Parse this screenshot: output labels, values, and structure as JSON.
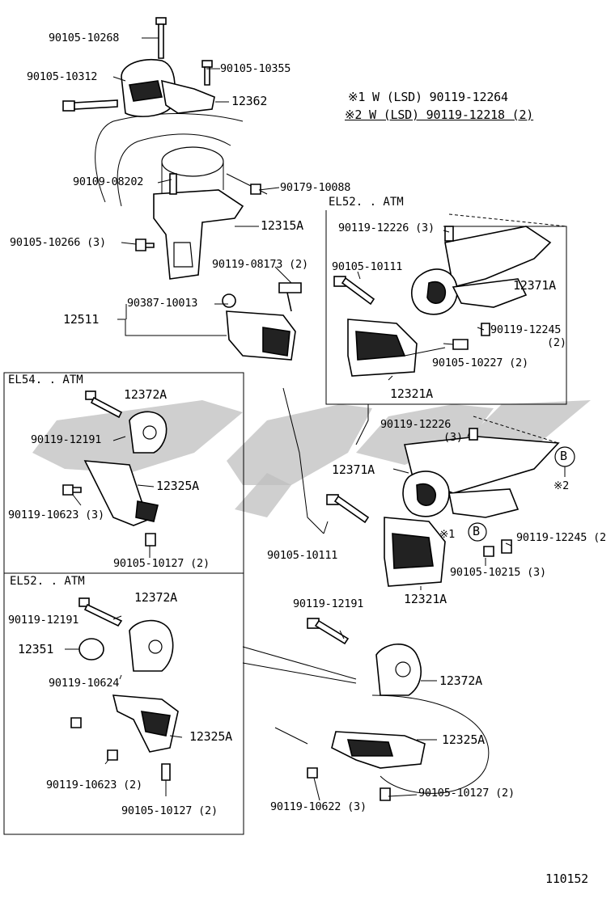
{
  "notes": {
    "note1": "※1 W (LSD) 90119-12264",
    "note2": "※2 W (LSD) 90119-12218 (2)"
  },
  "sections": {
    "el52_top": "EL52. . ATM",
    "el54": "EL54. . ATM",
    "el52_bottom": "EL52. . ATM"
  },
  "labels": {
    "p_90105_10268": "90105-10268",
    "p_90105_10355": "90105-10355",
    "p_90105_10312": "90105-10312",
    "p_12362": "12362",
    "p_90109_08202": "90109-08202",
    "p_90179_10088": "90179-10088",
    "p_12315A": "12315A",
    "p_90105_10266": "90105-10266 (3)",
    "p_90119_08173": "90119-08173 (2)",
    "p_90387_10013": "90387-10013",
    "p_12511": "12511",
    "p_90119_12226_top": "90119-12226 (3)",
    "p_90105_10111_top": "90105-10111",
    "p_12371A_top": "12371A",
    "p_90119_12245_top": "90119-12245",
    "p_90119_12245_top_qty": "(2)",
    "p_90105_10227": "90105-10227 (2)",
    "p_12321A_top": "12321A",
    "p_12372A_el54": "12372A",
    "p_90119_12191_el54": "90119-12191",
    "p_12325A_el54": "12325A",
    "p_90119_10623_el54": "90119-10623 (3)",
    "p_90105_10127_el54": "90105-10127 (2)",
    "p_90119_12226_mid": "90119-12226",
    "p_90119_12226_mid_qty": "(3)",
    "p_12371A_mid": "12371A",
    "p_B_upper": "B",
    "p_note2_ref": "※2",
    "p_note1_ref": "※1",
    "p_B_lower": "B",
    "p_90119_12245_mid": "90119-12245 (2",
    "p_90105_10111_mid": "90105-10111",
    "p_90105_10215": "90105-10215 (3)",
    "p_12321A_mid": "12321A",
    "p_12372A_el52b": "12372A",
    "p_90119_12191_el52b": "90119-12191",
    "p_12351": "12351",
    "p_90119_10624": "90119-10624",
    "p_12325A_el52b": "12325A",
    "p_90119_10623_el52b": "90119-10623 (2)",
    "p_90105_10127_el52b": "90105-10127 (2)",
    "p_90119_12191_mid": "90119-12191",
    "p_12372A_main": "12372A",
    "p_12325A_main": "12325A",
    "p_90105_10127_main": "90105-10127 (2)",
    "p_90119_10622": "90119-10622 (3)"
  },
  "figure_id": "110152"
}
